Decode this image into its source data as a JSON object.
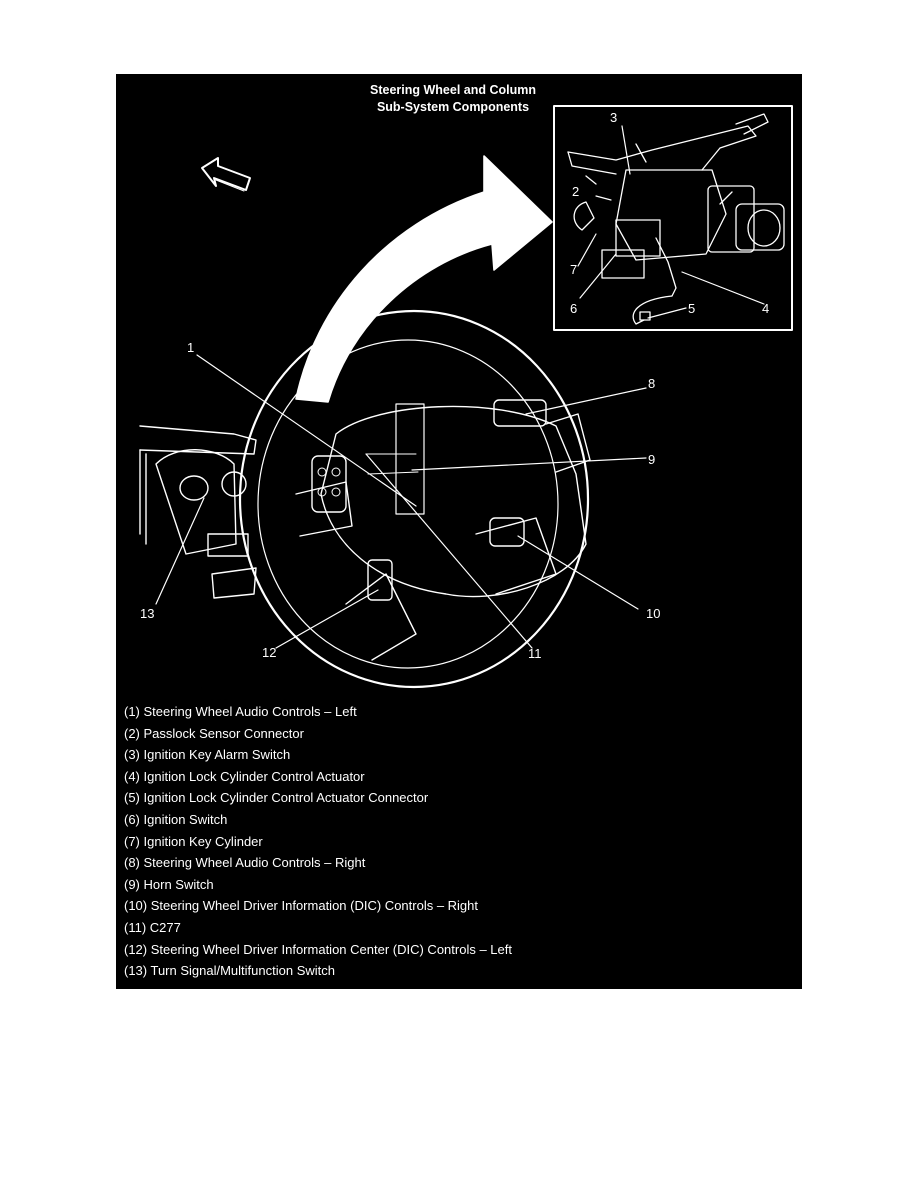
{
  "title": {
    "line1": "Steering Wheel and Column",
    "line2": "Sub-System Components"
  },
  "callouts": {
    "c1": "1",
    "c2": "2",
    "c3": "3",
    "c4": "4",
    "c5": "5",
    "c6": "6",
    "c7": "7",
    "c8": "8",
    "c9": "9",
    "c10": "10",
    "c11": "11",
    "c12": "12",
    "c13": "13"
  },
  "legend": [
    "(1) Steering Wheel Audio Controls – Left",
    "(2) Passlock Sensor Connector",
    "(3) Ignition Key Alarm Switch",
    "(4) Ignition Lock Cylinder Control Actuator",
    "(5) Ignition Lock Cylinder Control Actuator Connector",
    "(6) Ignition Switch",
    "(7) Ignition Key Cylinder",
    "(8) Steering Wheel Audio Controls – Right",
    "(9) Horn Switch",
    "(10) Steering Wheel Driver Information (DIC) Controls – Right",
    "(11) C277",
    "(12) Steering Wheel Driver Information Center (DIC) Controls – Left",
    "(13) Turn Signal/Multifunction Switch"
  ],
  "colors": {
    "background": "#000000",
    "foreground": "#ffffff",
    "page": "#ffffff"
  }
}
